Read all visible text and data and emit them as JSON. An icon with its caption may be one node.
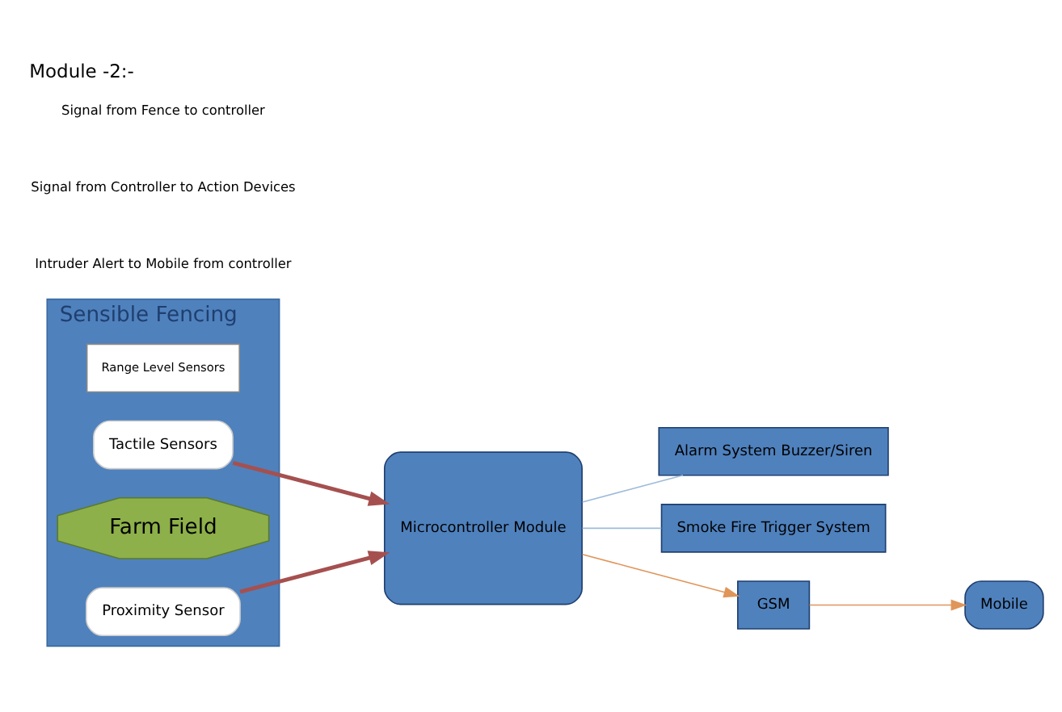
{
  "diagram": {
    "title": "Module -2:-",
    "nodes": [
      {
        "text": [
          "Alarm System Buzzer/Siren"
        ]
      },
      {
        "text": [
          "Smoke Fire Trigger System"
        ]
      },
      {
        "text": [
          "Mobile"
        ]
      },
      {
        "text": [
          "GSM"
        ]
      },
      {
        "text": [
          "Microcontroller Module"
        ]
      },
      {
        "text": [
          "Sensible Fencing"
        ]
      },
      {
        "text": [
          "Range Level Sensors"
        ],
        "in": 5
      },
      {
        "text": [
          "Tactile Sensors"
        ],
        "in": 5
      },
      {
        "text": [
          "Farm Field"
        ],
        "in": 5
      },
      {
        "text": [
          "Proximity Sensor"
        ],
        "in": 5
      }
    ],
    "edges": [
      {
        "from": 4,
        "to": 3,
        "arrow": "to",
        "color": "#e0955a"
      },
      {
        "from": 3,
        "to": 2,
        "arrow": "to",
        "color": "#e0955a"
      },
      {
        "from": 4,
        "to": 1,
        "arrow": "none",
        "color": "#9dbbd9"
      },
      {
        "from": 4,
        "to": 0,
        "arrow": "none",
        "color": "#9dbbd9"
      },
      {
        "from": 7,
        "to": 4,
        "arrow": "to",
        "style": "thick",
        "color": "#a5504f"
      },
      {
        "from": 9,
        "to": 4,
        "arrow": "to",
        "style": "thick",
        "color": "#a5504f"
      }
    ],
    "legend": [
      {
        "text": "Signal from Fence to controller"
      },
      {
        "text": "Signal from Controller to Action Devices"
      },
      {
        "text": "Intruder Alert to Mobile from controller"
      }
    ]
  }
}
